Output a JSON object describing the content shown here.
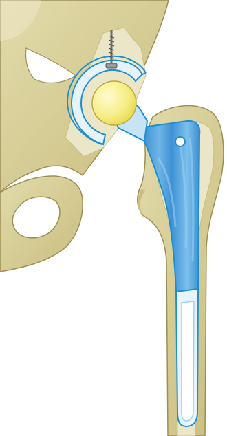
{
  "illustration": {
    "colors": {
      "background": "#ffffff",
      "bone_cortex": "#d8cf99",
      "bone_cortex_shade": "#b5a96a",
      "bone_cancellous": "#ece6c9",
      "bone_outline": "#9c8f55",
      "implant_outline": "#1d8fd0",
      "stem_fill": "#4a9cd8",
      "stem_highlight": "#9fd0f0",
      "neck_fill": "#c6e4f6",
      "cup_shell": "#e6f3fc",
      "head_ball": "#f4ec7a",
      "screw": "#7a7a7a",
      "cement_tip": "#e8f4fd"
    },
    "parts": [
      "pelvis-bone",
      "acetabular-cup",
      "cup-screw",
      "femoral-head-ball",
      "femoral-neck",
      "femoral-stem",
      "stem-tip",
      "femur-bone"
    ]
  }
}
